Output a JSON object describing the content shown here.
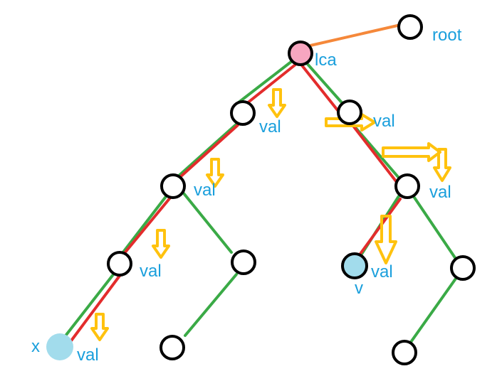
{
  "labels": {
    "root": "root",
    "lca": "lca",
    "x": "x",
    "v": "v",
    "val": "val"
  },
  "colors": {
    "root_edge": "#f5883a",
    "tree_edge": "#3aaa46",
    "path_edge": "#e32c2c",
    "arrow": "#ffc20e",
    "lca_fill": "#f7a6c0",
    "endpoint_fill": "#a2dcec",
    "node_stroke": "#000000",
    "label_text": "#1a9fdc"
  }
}
